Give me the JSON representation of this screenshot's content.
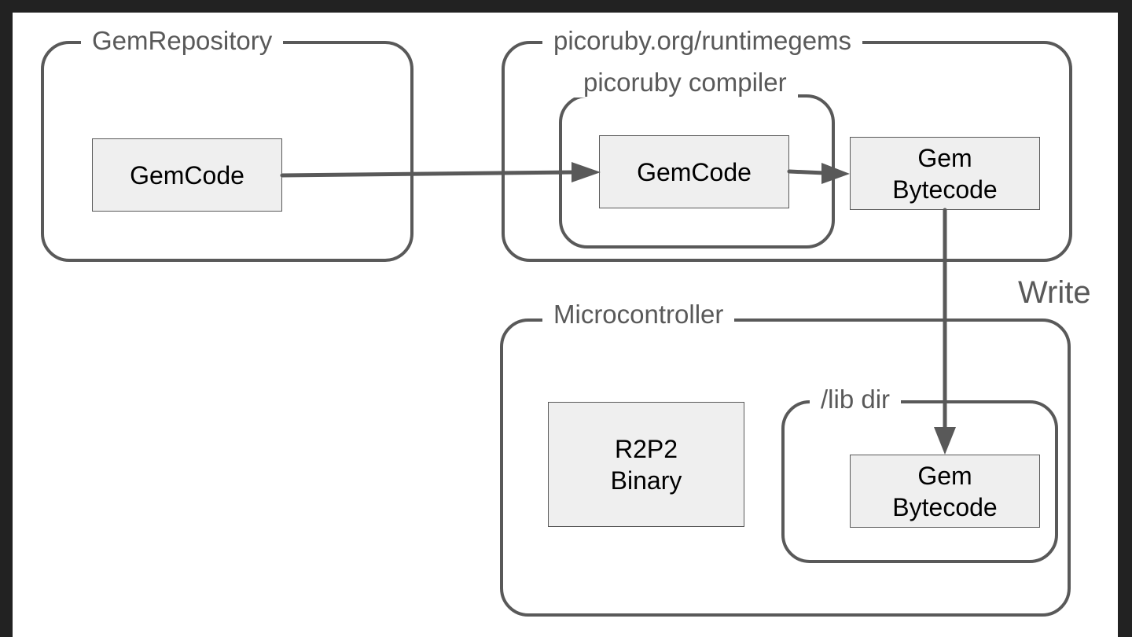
{
  "groups": {
    "gem_repository": "GemRepository",
    "runtimegems": "picoruby.org/runtimegems",
    "compiler": "picoruby compiler",
    "microcontroller": "Microcontroller",
    "lib_dir": "/lib dir"
  },
  "nodes": {
    "repo_gemcode": "GemCode",
    "compiler_gemcode": "GemCode",
    "gem_bytecode_server": "Gem\nBytecode",
    "r2p2_binary": "R2P2\nBinary",
    "gem_bytecode_device": "Gem\nBytecode"
  },
  "edges": {
    "write_label": "Write"
  },
  "colors": {
    "line": "#595959",
    "box_fill": "#efefef",
    "frame": "#222222"
  }
}
